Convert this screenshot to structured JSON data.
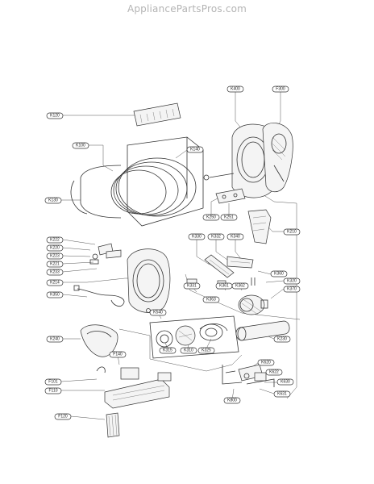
{
  "site": {
    "watermark": "AppliancePartsPros.com"
  },
  "callouts": [
    {
      "id": "c120",
      "text": "K120"
    },
    {
      "id": "c100",
      "text": "K100"
    },
    {
      "id": "c140",
      "text": "K140"
    },
    {
      "id": "c130",
      "text": "K130"
    },
    {
      "id": "c400",
      "text": "K400"
    },
    {
      "id": "c300",
      "text": "F300"
    },
    {
      "id": "c250",
      "text": "K250"
    },
    {
      "id": "c251",
      "text": "K251"
    },
    {
      "id": "c210",
      "text": "K210"
    },
    {
      "id": "c330",
      "text": "K330"
    },
    {
      "id": "c332",
      "text": "K332"
    },
    {
      "id": "c340",
      "text": "K340"
    },
    {
      "id": "c222",
      "text": "K222"
    },
    {
      "id": "c220",
      "text": "K220"
    },
    {
      "id": "c223",
      "text": "K223"
    },
    {
      "id": "c221",
      "text": "K221"
    },
    {
      "id": "c233",
      "text": "K233"
    },
    {
      "id": "c214",
      "text": "K214"
    },
    {
      "id": "c350",
      "text": "K350"
    },
    {
      "id": "c360",
      "text": "K360"
    },
    {
      "id": "c320",
      "text": "K320"
    },
    {
      "id": "c331",
      "text": "K331"
    },
    {
      "id": "c361",
      "text": "K361"
    },
    {
      "id": "c362",
      "text": "K362"
    },
    {
      "id": "c363",
      "text": "K363"
    },
    {
      "id": "c370",
      "text": "K370"
    },
    {
      "id": "c540",
      "text": "K540"
    },
    {
      "id": "c240",
      "text": "K240"
    },
    {
      "id": "c315",
      "text": "K315"
    },
    {
      "id": "c310",
      "text": "K310"
    },
    {
      "id": "c325",
      "text": "K325"
    },
    {
      "id": "c230",
      "text": "K230"
    },
    {
      "id": "c140b",
      "text": "F140"
    },
    {
      "id": "c101",
      "text": "F101"
    },
    {
      "id": "c110",
      "text": "F110"
    },
    {
      "id": "c120b",
      "text": "F120"
    },
    {
      "id": "c620",
      "text": "K620"
    },
    {
      "id": "c622",
      "text": "K622"
    },
    {
      "id": "c630",
      "text": "K630"
    },
    {
      "id": "c631",
      "text": "K631"
    },
    {
      "id": "c800",
      "text": "K800"
    }
  ]
}
